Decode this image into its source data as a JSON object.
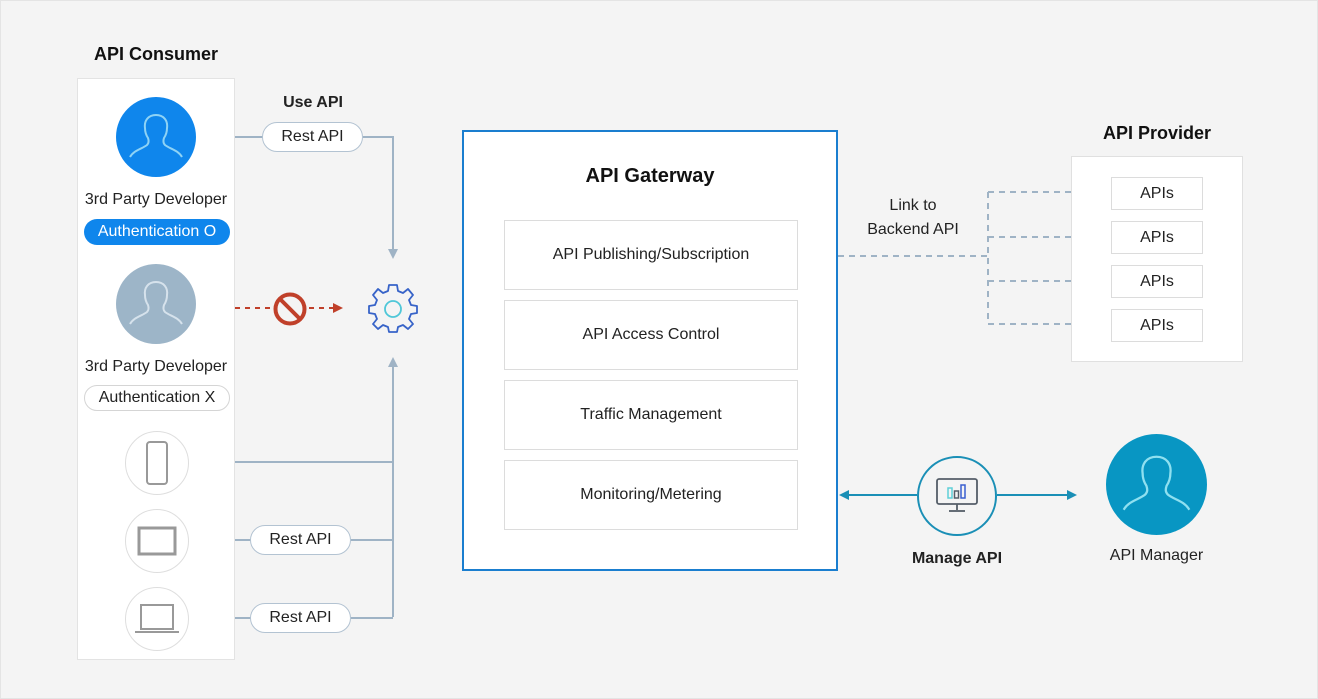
{
  "consumer": {
    "title": "API Consumer",
    "developers": [
      {
        "name": "3rd Party Developer",
        "auth_label": "Authentication O",
        "authenticated": true,
        "avatar_color": "#0f86ec"
      },
      {
        "name": "3rd Party Developer",
        "auth_label": "Authentication X",
        "authenticated": false,
        "avatar_color": "#9db5c8"
      }
    ],
    "devices": [
      {
        "icon": "smartphone-icon"
      },
      {
        "icon": "tablet-icon"
      },
      {
        "icon": "laptop-icon"
      }
    ]
  },
  "connections": {
    "use_api_label": "Use API",
    "rest_api_top": "Rest API",
    "rest_api_tablet": "Rest API",
    "rest_api_laptop": "Rest API",
    "blocked_icon": "prohibited-icon",
    "engine_icon": "gear-icon"
  },
  "gateway": {
    "title": "API Gaterway",
    "modules": [
      "API Publishing/Subscription",
      "API Access Control",
      "Traffic Management",
      "Monitoring/Metering"
    ]
  },
  "backend_link": {
    "line1": "Link to",
    "line2": "Backend API"
  },
  "provider": {
    "title": "API Provider",
    "apis": [
      "APIs",
      "APIs",
      "APIs",
      "APIs"
    ]
  },
  "manage": {
    "label": "Manage API",
    "icon": "monitor-chart-icon"
  },
  "manager": {
    "label": "API Manager",
    "avatar_color": "#0896c3"
  },
  "colors": {
    "accent_blue": "#0f86ec",
    "gateway_border": "#1a7ecf",
    "manage_teal": "#1a8fb6",
    "connector_gray": "#9fb3c5",
    "blocked_red": "#c0402a"
  }
}
